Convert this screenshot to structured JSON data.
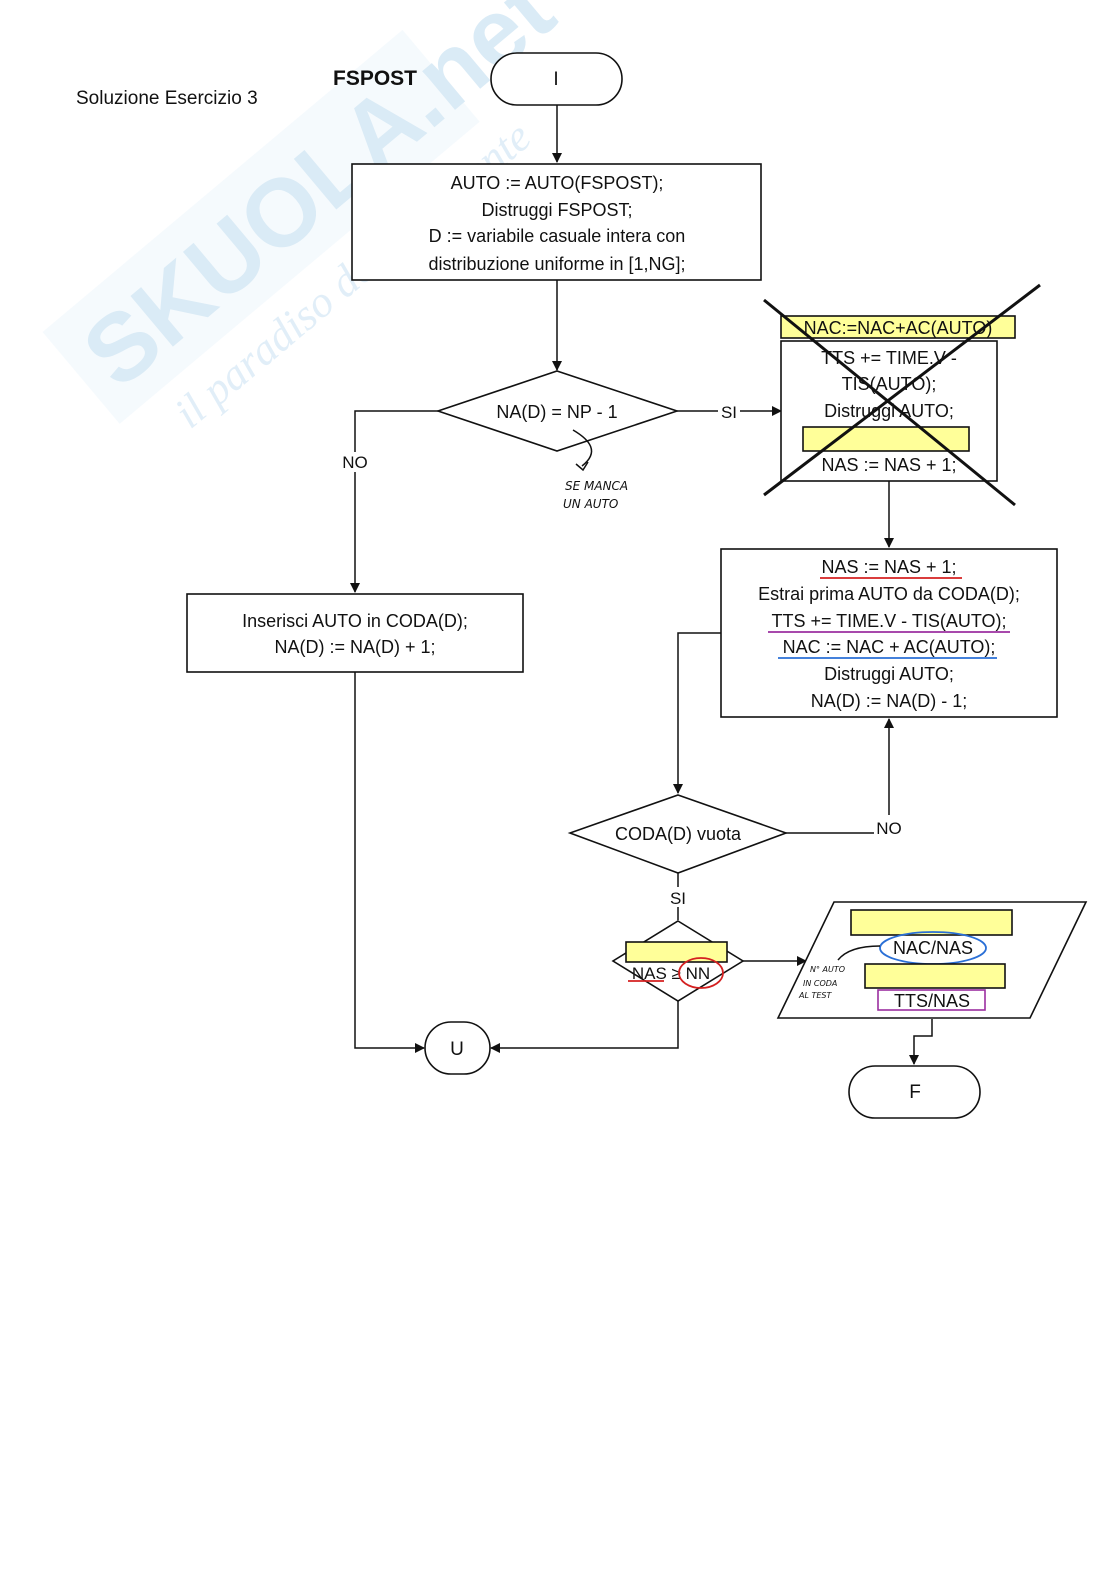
{
  "header": {
    "subtitle": "Soluzione Esercizio 3",
    "title": "FSPOST"
  },
  "watermark": {
    "brand": "SKUOLA.net",
    "tagline": "il paradiso dello studente"
  },
  "nodes": {
    "start": {
      "label": "I"
    },
    "process1": {
      "lines": [
        "AUTO := AUTO(FSPOST);",
        "Distruggi FSPOST;",
        "D := variabile casuale intera con",
        "distribuzione uniforme in [1,NG];"
      ]
    },
    "decision1": {
      "label": "NA(D) = NP - 1"
    },
    "crossed_box": {
      "header": "NAC:=NAC+AC(AUTO)",
      "lines": [
        "TTS += TIME.V -",
        "TIS(AUTO);",
        "Distruggi AUTO;"
      ],
      "last": "NAS := NAS + 1;"
    },
    "insert_box": {
      "lines": [
        "Inserisci AUTO in CODA(D);",
        "NA(D) := NA(D) + 1;"
      ]
    },
    "extract_box": {
      "lines": [
        "NAS := NAS + 1;",
        "Estrai prima AUTO da CODA(D);",
        "TTS += TIME.V - TIS(AUTO);",
        "NAC := NAC + AC(AUTO);",
        "Distruggi AUTO;",
        "NA(D) := NA(D) - 1;"
      ]
    },
    "decision2": {
      "label": "CODA(D) vuota"
    },
    "decision3": {
      "label": "NAS ≥ NN"
    },
    "output": {
      "line1": "NAC/NAS",
      "line2": "TTS/NAS"
    },
    "exit_u": {
      "label": "U"
    },
    "end_f": {
      "label": "F"
    }
  },
  "edge_labels": {
    "d1_yes": "SI",
    "d1_no": "NO",
    "d2_no": "NO",
    "d2_yes": "SI"
  },
  "annotations": {
    "note1": [
      "SE MANCA",
      "UN AUTO"
    ],
    "note2": [
      "N° AUTO",
      "IN CODA",
      "AL TEST"
    ]
  },
  "colors": {
    "highlight": "#ffff99",
    "red_underline": "#d42020",
    "purple_underline": "#9b2fa0",
    "blue_underline": "#2a6fd6"
  }
}
